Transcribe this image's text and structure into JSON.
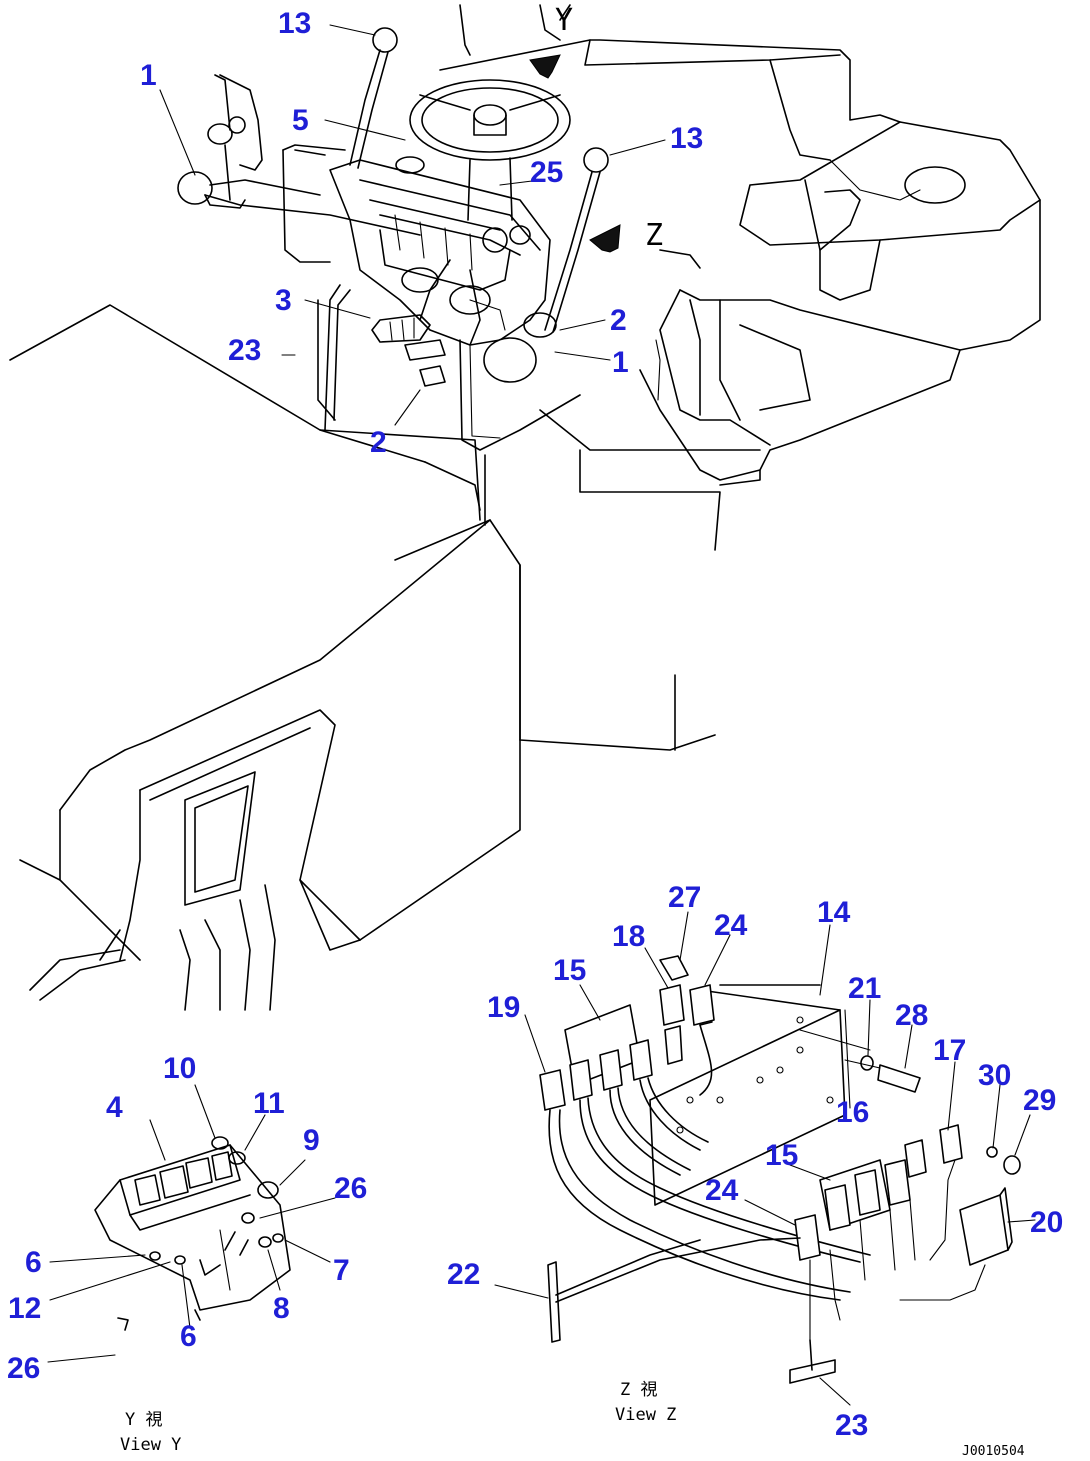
{
  "figure": {
    "drawing_number": "J0010504",
    "view_y": {
      "jp_caption": "Y 視",
      "en_caption": "View Y",
      "letter": "Y"
    },
    "view_z": {
      "jp_caption": "Z 視",
      "en_caption": "View Z",
      "letter": "Z"
    }
  },
  "callouts": [
    {
      "id": "c13a",
      "text": "13"
    },
    {
      "id": "c1a",
      "text": "1"
    },
    {
      "id": "c5",
      "text": "5"
    },
    {
      "id": "c13b",
      "text": "13"
    },
    {
      "id": "c25",
      "text": "25"
    },
    {
      "id": "c3",
      "text": "3"
    },
    {
      "id": "c23a",
      "text": "23"
    },
    {
      "id": "c2a",
      "text": "2"
    },
    {
      "id": "c1b",
      "text": "1"
    },
    {
      "id": "c2b",
      "text": "2"
    },
    {
      "id": "c10",
      "text": "10"
    },
    {
      "id": "c4",
      "text": "4"
    },
    {
      "id": "c11",
      "text": "11"
    },
    {
      "id": "c9",
      "text": "9"
    },
    {
      "id": "c26a",
      "text": "26"
    },
    {
      "id": "c6a",
      "text": "6"
    },
    {
      "id": "c7",
      "text": "7"
    },
    {
      "id": "c12",
      "text": "12"
    },
    {
      "id": "c8",
      "text": "8"
    },
    {
      "id": "c6b",
      "text": "6"
    },
    {
      "id": "c26b",
      "text": "26"
    },
    {
      "id": "c27",
      "text": "27"
    },
    {
      "id": "c18",
      "text": "18"
    },
    {
      "id": "c24a",
      "text": "24"
    },
    {
      "id": "c14",
      "text": "14"
    },
    {
      "id": "c15a",
      "text": "15"
    },
    {
      "id": "c21",
      "text": "21"
    },
    {
      "id": "c19",
      "text": "19"
    },
    {
      "id": "c28",
      "text": "28"
    },
    {
      "id": "c17",
      "text": "17"
    },
    {
      "id": "c30",
      "text": "30"
    },
    {
      "id": "c29",
      "text": "29"
    },
    {
      "id": "c16",
      "text": "16"
    },
    {
      "id": "c15b",
      "text": "15"
    },
    {
      "id": "c24b",
      "text": "24"
    },
    {
      "id": "c20",
      "text": "20"
    },
    {
      "id": "c22",
      "text": "22"
    },
    {
      "id": "c23b",
      "text": "23"
    }
  ],
  "colors": {
    "callout": "#1f1fd6",
    "line": "#000000",
    "background": "#ffffff"
  }
}
